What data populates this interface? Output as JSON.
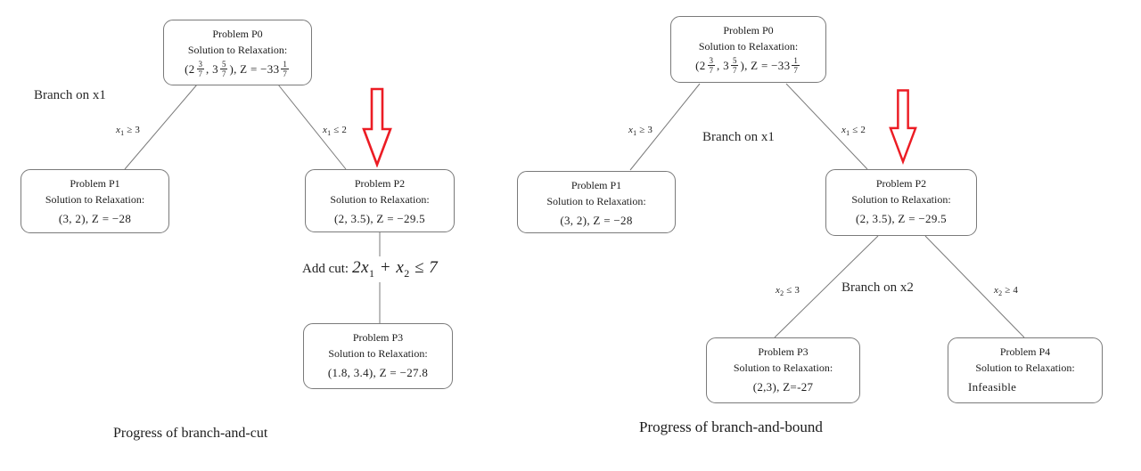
{
  "colors": {
    "accent_red": "#ec1c24",
    "box_border": "#7a7a7a",
    "line": "#7a7a7a",
    "text": "#1c1c1c"
  },
  "left": {
    "caption": "Progress of branch-and-cut",
    "branch_label": "Branch on x1",
    "edge_left": {
      "v": "x",
      "s": "1",
      "r": " ≥ 3"
    },
    "edge_right": {
      "v": "x",
      "s": "1",
      "r": " ≤ 2"
    },
    "add_cut": {
      "label": "Add cut:",
      "c": "2",
      "v1": "x",
      "s1": "1",
      "plus": " + ",
      "v2": "x",
      "s2": "2",
      "r": " ≤ 7"
    },
    "p0": {
      "title": "Problem P0",
      "sub": "Solution to Relaxation:",
      "sol": {
        "t1": "(2",
        "f1n": "3",
        "f1d": "7",
        "t2": ", 3",
        "f2n": "5",
        "f2d": "7",
        "t3": "), Z = −33",
        "f3n": "1",
        "f3d": "7"
      }
    },
    "p1": {
      "title": "Problem P1",
      "sub": "Solution to Relaxation:",
      "sol": "(3, 2), Z = −28"
    },
    "p2": {
      "title": "Problem P2",
      "sub": "Solution to Relaxation:",
      "sol": "(2, 3.5), Z = −29.5"
    },
    "p3": {
      "title": "Problem P3",
      "sub": "Solution to Relaxation:",
      "sol": "(1.8, 3.4), Z = −27.8"
    }
  },
  "right": {
    "caption": "Progress of branch-and-bound",
    "branch1_label": "Branch on x1",
    "branch2_label": "Branch on x2",
    "edge_p1": {
      "v": "x",
      "s": "1",
      "r": " ≥ 3"
    },
    "edge_p2": {
      "v": "x",
      "s": "1",
      "r": " ≤ 2"
    },
    "edge_p3": {
      "v": "x",
      "s": "2",
      "r": " ≤ 3"
    },
    "edge_p4": {
      "v": "x",
      "s": "2",
      "r": " ≥ 4"
    },
    "p0": {
      "title": "Problem P0",
      "sub": "Solution to Relaxation:",
      "sol": {
        "t1": "(2",
        "f1n": "3",
        "f1d": "7",
        "t2": ", 3",
        "f2n": "5",
        "f2d": "7",
        "t3": "), Z = −33",
        "f3n": "1",
        "f3d": "7"
      }
    },
    "p1": {
      "title": "Problem P1",
      "sub": "Solution to Relaxation:",
      "sol": "(3, 2), Z = −28"
    },
    "p2": {
      "title": "Problem P2",
      "sub": "Solution to Relaxation:",
      "sol": "(2, 3.5), Z = −29.5"
    },
    "p3": {
      "title": "Problem P3",
      "sub": "Solution to Relaxation:",
      "sol": "(2,3), Z=-27"
    },
    "p4": {
      "title": "Problem P4",
      "sub": "Solution to Relaxation:",
      "sol": "Infeasible"
    }
  }
}
